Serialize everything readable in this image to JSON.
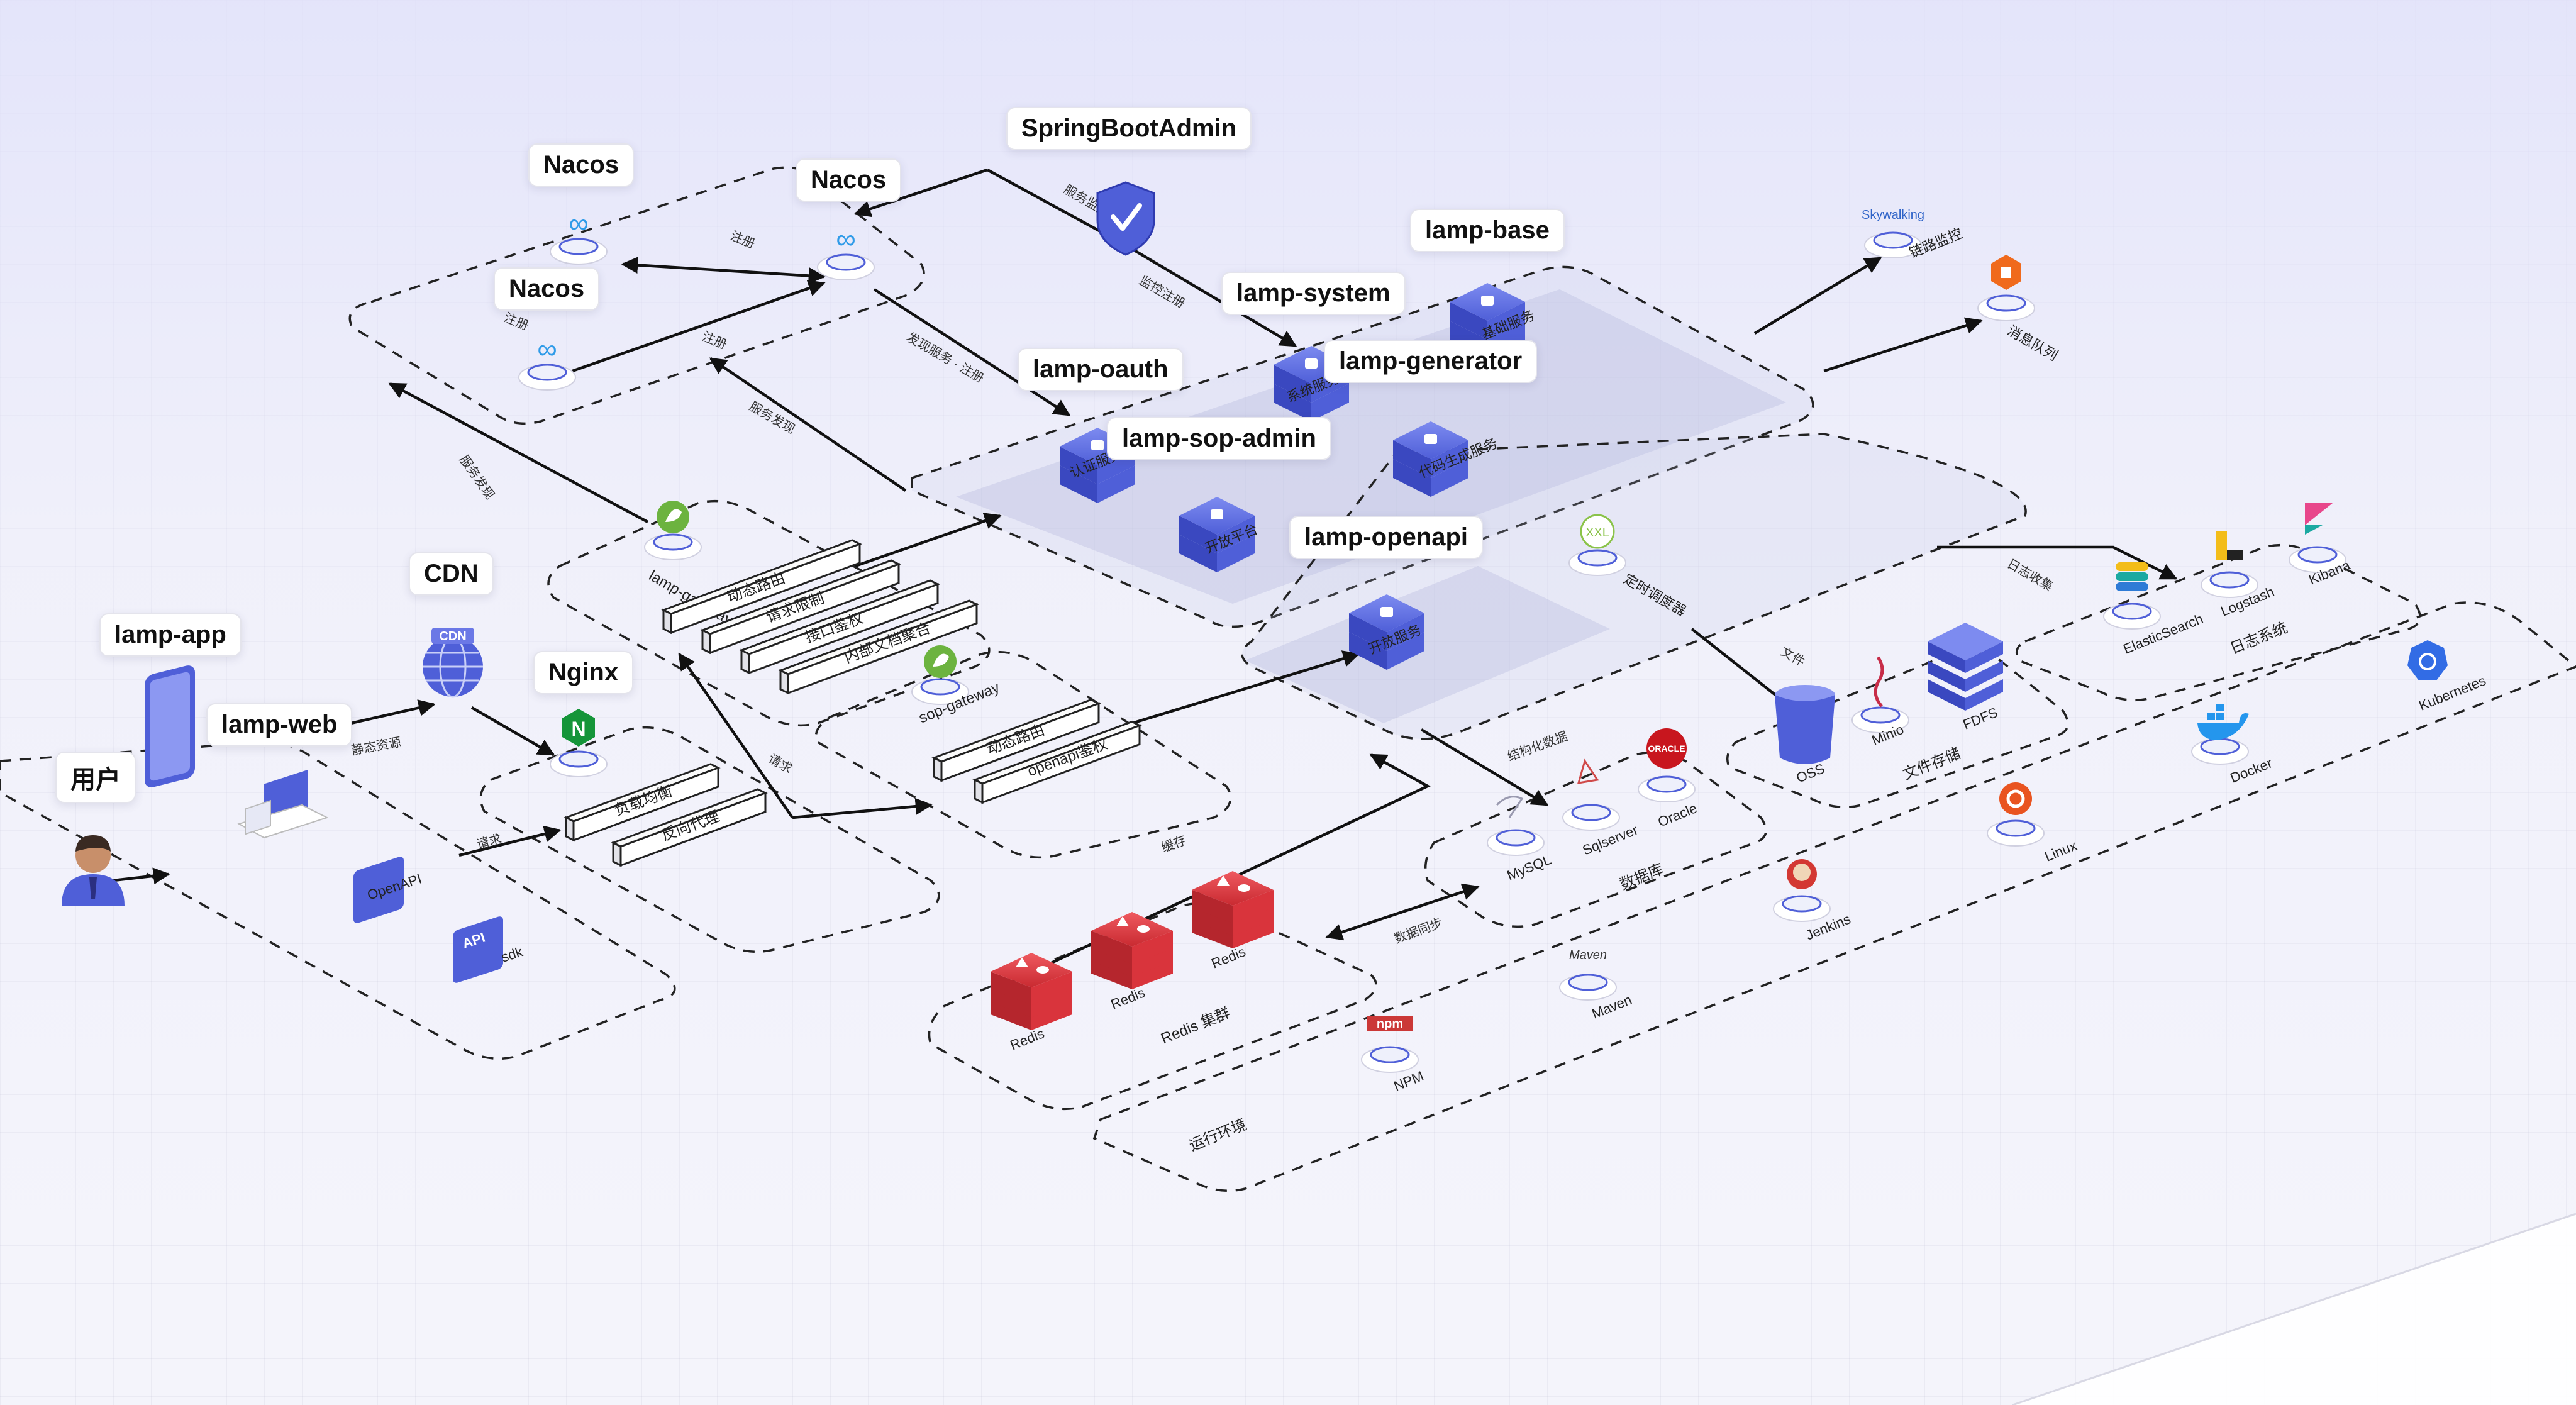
{
  "callouts": {
    "nacos_1": "Nacos",
    "nacos_2": "Nacos",
    "nacos_3": "Nacos",
    "springbootadmin": "SpringBootAdmin",
    "lamp_base": "lamp-base",
    "lamp_system": "lamp-system",
    "lamp_oauth": "lamp-oauth",
    "lamp_generator": "lamp-generator",
    "lamp_sop_admin": "lamp-sop-admin",
    "lamp_openapi": "lamp-openapi",
    "cdn": "CDN",
    "nginx": "Nginx",
    "lamp_app": "lamp-app",
    "lamp_web": "lamp-web",
    "user": "用户"
  },
  "edge_labels": {
    "register_1": "注册",
    "register_2": "注册",
    "register_3": "注册",
    "service_monitor": "服务监控",
    "monitor_register": "监控注册",
    "discover_register": "发现服务 · 注册",
    "service_discovery_1": "服务发现",
    "service_discovery_2": "服务发现",
    "static_resource": "静态资源",
    "request_1": "请求",
    "request_2": "请求",
    "cache": "缓存",
    "data_sync": "数据同步",
    "structured_data": "结构化数据",
    "file": "文件",
    "log_collect": "日志收集"
  },
  "gateways": {
    "lamp_gateway": {
      "name": "lamp-gateway",
      "items": [
        "动态路由",
        "请求限制",
        "接口鉴权",
        "内部文档聚合"
      ]
    },
    "sop_gateway": {
      "name": "sop-gateway",
      "items": [
        "动态路由",
        "openapi鉴权"
      ]
    },
    "nginx_items": [
      "负载均衡",
      "反向代理"
    ]
  },
  "services": {
    "base_sub": "基础服务",
    "system_sub": "系统服务",
    "oauth_sub": "认证服务",
    "generator_sub": "代码生成服务",
    "sop_admin_sub": "开放平台",
    "openapi_sub": "开放服务",
    "xxl_label": "定时调度器"
  },
  "clients": {
    "openapi": "OpenAPI",
    "sdk": "sdk"
  },
  "monitoring": {
    "skywalking_logo": "Skywalking",
    "skywalking_label": "链路监控",
    "mq_label": "消息队列"
  },
  "logging": {
    "es": "ElasticSearch",
    "logstash": "Logstash",
    "kibana": "Kibana",
    "group_label": "日志系统"
  },
  "storage": {
    "oss": "OSS",
    "minio": "Minio",
    "fdfs": "FDFS",
    "group_label": "文件存储"
  },
  "database": {
    "mysql": "MySQL",
    "sqlserver": "Sqlserver",
    "oracle": "Oracle",
    "oracle_logo": "ORACLE",
    "group_label": "数据库"
  },
  "redis": {
    "nodes": [
      "Redis",
      "Redis",
      "Redis"
    ],
    "group_label": "Redis 集群"
  },
  "runtime": {
    "jenkins": "Jenkins",
    "maven": "Maven",
    "maven_logo": "Maven",
    "npm": "NPM",
    "npm_logo": "npm",
    "linux": "Linux",
    "docker": "Docker",
    "kubernetes": "Kubernetes",
    "group_label": "运行环境"
  },
  "colors": {
    "accent_blue": "#4f5fd8",
    "redis_red": "#d9343c",
    "nacos_blue": "#2f9be8",
    "spring_green": "#6cb33f",
    "nginx_green": "#159539",
    "oracle_red": "#c8161e",
    "mq_orange": "#f06a1c"
  }
}
